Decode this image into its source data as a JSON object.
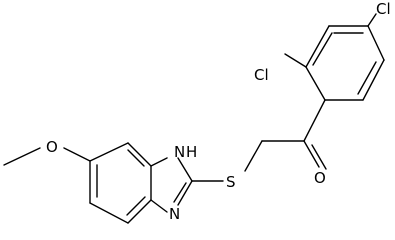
{
  "molecule": {
    "atoms": {
      "cl_top": "Cl",
      "cl_left": "Cl",
      "oxygen_carbonyl": "O",
      "sulfur": "S",
      "nitrogen_nh": "N",
      "hydrogen_nh": "H",
      "nitrogen_ring": "N",
      "oxygen_methoxy": "O"
    }
  },
  "colors": {
    "bond": "#000000",
    "label": "#000000",
    "background": "#ffffff"
  }
}
